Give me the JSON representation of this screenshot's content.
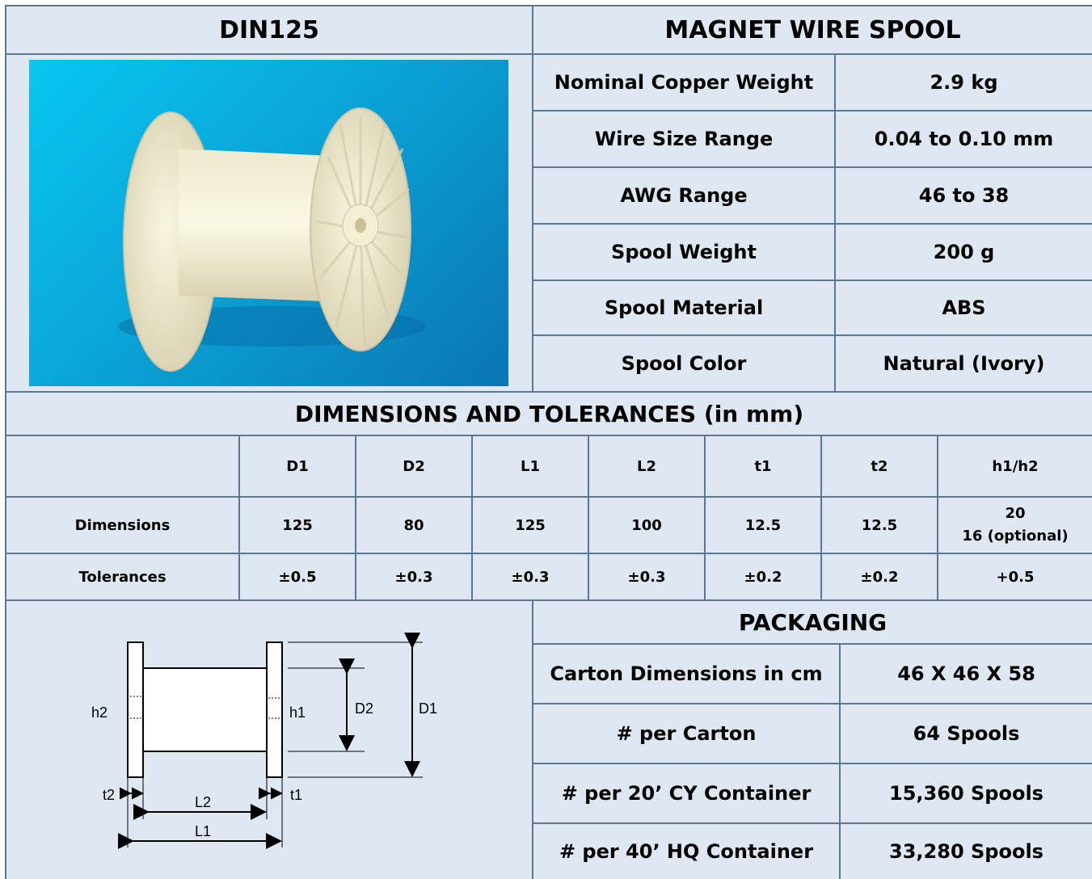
{
  "header": {
    "model": "DIN125",
    "product": "MAGNET WIRE SPOOL"
  },
  "specs": [
    {
      "label": "Nominal Copper Weight",
      "value": "2.9 kg"
    },
    {
      "label": "Wire Size Range",
      "value": "0.04 to 0.10 mm"
    },
    {
      "label": "AWG Range",
      "value": "46 to 38"
    },
    {
      "label": "Spool Weight",
      "value": "200 g"
    },
    {
      "label": "Spool Material",
      "value": "ABS"
    },
    {
      "label": "Spool Color",
      "value": "Natural (Ivory)"
    }
  ],
  "dimensions": {
    "title": "DIMENSIONS AND TOLERANCES (in mm)",
    "columns": [
      "",
      "D1",
      "D2",
      "L1",
      "L2",
      "t1",
      "t2",
      "h1/h2"
    ],
    "rows": [
      {
        "label": "Dimensions",
        "values": [
          "125",
          "80",
          "125",
          "100",
          "12.5",
          "12.5",
          "20",
          "16 (optional)"
        ]
      },
      {
        "label": "Tolerances",
        "values": [
          "±0.5",
          "±0.3",
          "±0.3",
          "±0.3",
          "±0.2",
          "±0.2",
          "+0.5"
        ]
      }
    ]
  },
  "diagram": {
    "labels": {
      "h2": "h2",
      "h1": "h1",
      "d2": "D2",
      "d1": "D1",
      "t2": "t2",
      "t1": "t1",
      "l2": "L2",
      "l1": "L1"
    }
  },
  "packaging": {
    "title": "PACKAGING",
    "rows": [
      {
        "label": "Carton Dimensions in cm",
        "value": "46 X 46 X 58"
      },
      {
        "label": "# per Carton",
        "value": "64 Spools"
      },
      {
        "label": "# per 20’ CY Container",
        "value": "15,360 Spools"
      },
      {
        "label": "# per 40’ HQ Container",
        "value": "33,280 Spools"
      }
    ]
  }
}
